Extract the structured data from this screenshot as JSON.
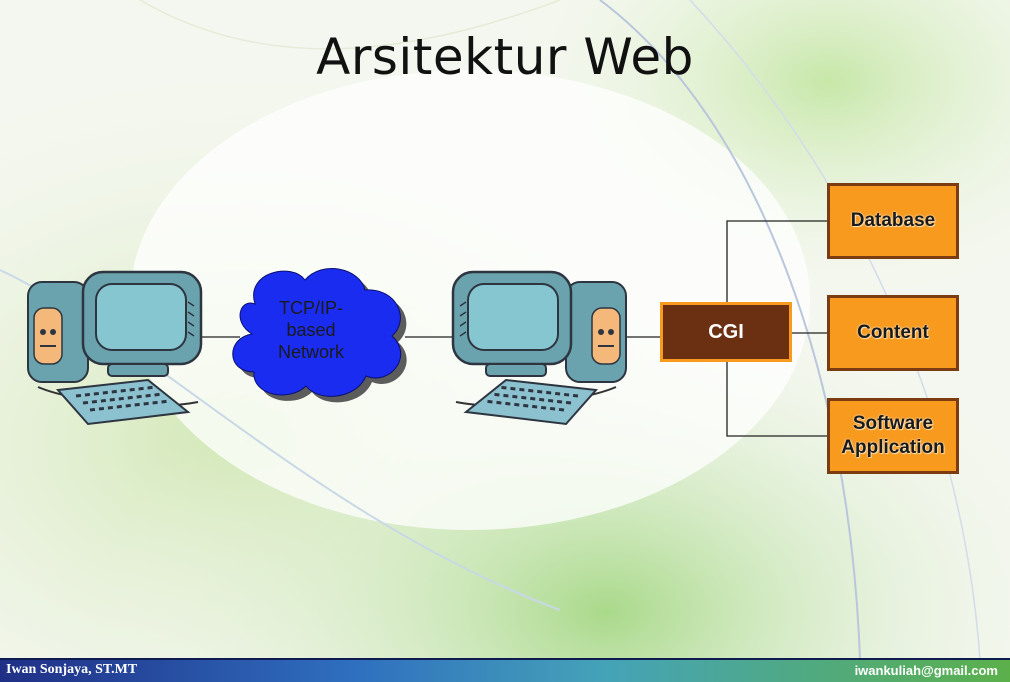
{
  "slide": {
    "title": "Arsitektur Web"
  },
  "diagram": {
    "cloud_label": "TCP/IP-\nbased\nNetwork",
    "cgi_label": "CGI",
    "backend_boxes": [
      "Database",
      "Content",
      "Software Application"
    ]
  },
  "footer": {
    "author": "Iwan Sonjaya, ST.MT",
    "email": "iwankuliah@gmail.com"
  },
  "colors": {
    "orange_box": "#f79a1e",
    "brown_border": "#7a3c10",
    "cgi_fill": "#6b2f12",
    "cloud_blue": "#1a2cf0",
    "footer_blue": "#1f2f86",
    "footer_green": "#5bb04a"
  },
  "icons": [
    "client-computer-icon",
    "cloud-icon",
    "server-computer-icon"
  ]
}
